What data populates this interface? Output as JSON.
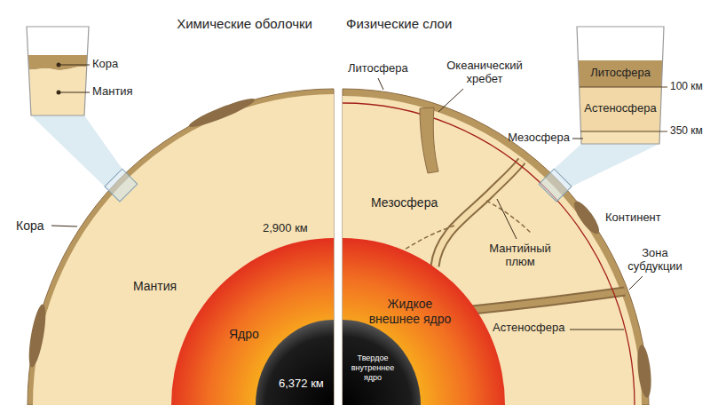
{
  "diagram": {
    "labels": [
      "Химические оболочки",
      "Физические слои",
      "Кора",
      "Мантия",
      "Литосфера",
      "Океанический хребет",
      "Литосфера",
      "100 км",
      "Астеносфера",
      "Мезосфера",
      "350 км",
      "Кора",
      "2,900 км",
      "Мезосфера",
      "Континент",
      "Мантийный плюм",
      "Зона субдукции",
      "Мантия",
      "Жидкое внешнее ядро",
      "Ядро",
      "Астеносфера",
      "6,372 км",
      "Твердое внутреннее ядро"
    ]
  }
}
